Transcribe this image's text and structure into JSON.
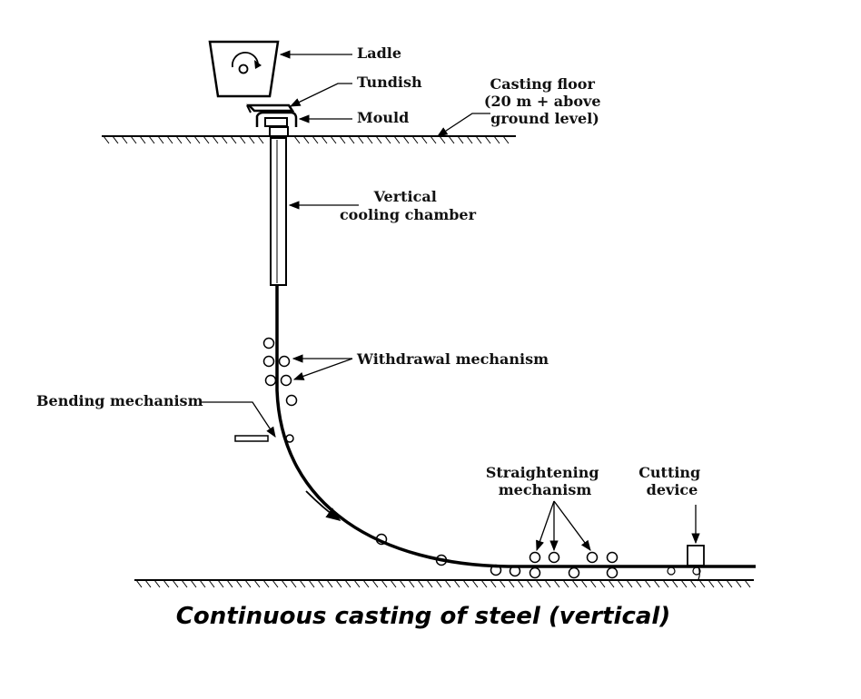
{
  "labels": {
    "ladle": "Ladle",
    "tundish": "Tundish",
    "mould": "Mould",
    "casting_floor": [
      "Casting floor",
      "(20 m + above",
      "ground level)"
    ],
    "vertical_chamber": [
      "Vertical",
      "cooling chamber"
    ],
    "withdrawal": "Withdrawal mechanism",
    "bending": "Bending mechanism",
    "straightening": [
      "Straightening",
      "mechanism"
    ],
    "cutting": [
      "Cutting",
      "device"
    ]
  },
  "caption": "Continuous casting of steel (vertical)"
}
